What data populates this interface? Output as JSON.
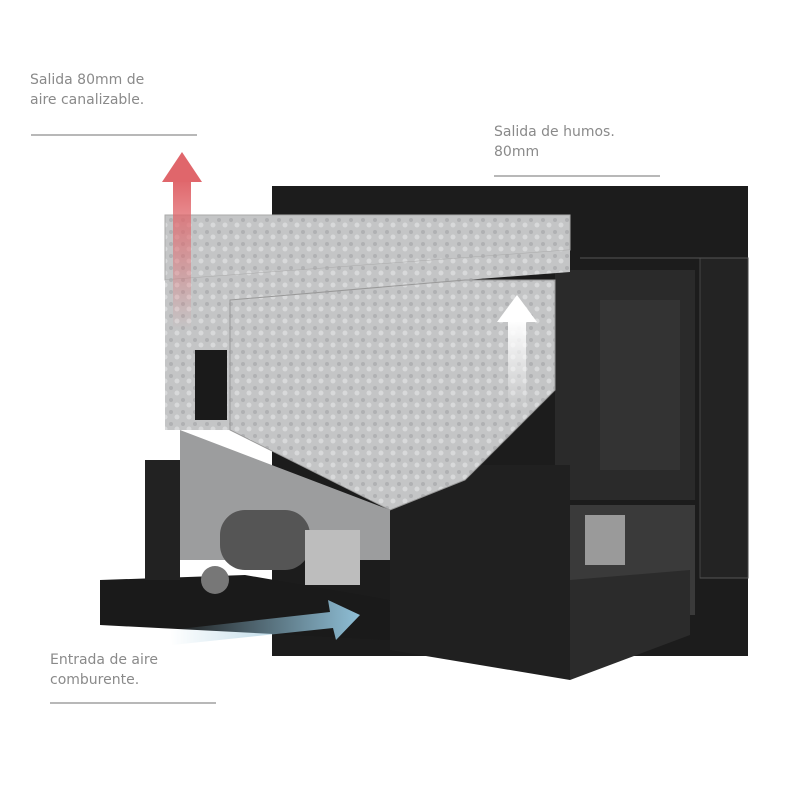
{
  "labels": {
    "air_outlet": {
      "line1": "Salida 80mm de",
      "line2": "aire canalizable."
    },
    "smoke_outlet": {
      "line1": "Salida de humos.",
      "line2": "80mm"
    },
    "air_inlet": {
      "line1": "Entrada de aire",
      "line2": "comburente."
    }
  },
  "colors": {
    "hot_air_arrow": "#e0666b",
    "smoke_arrow": "#ffffff",
    "inlet_arrow": "#8fbfd6",
    "body": "#1e1e1e",
    "hopper": "#c9cacb"
  }
}
